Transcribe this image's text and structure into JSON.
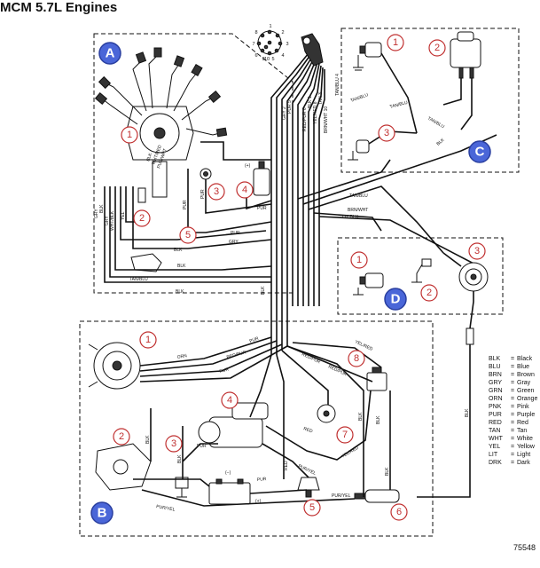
{
  "title": "MCM 5.7L Engines",
  "figure_number": "75548",
  "sections": [
    "A",
    "B",
    "C",
    "D"
  ],
  "callouts": {
    "A": [
      "1",
      "2",
      "3",
      "4",
      "5"
    ],
    "B": [
      "1",
      "2",
      "3",
      "4",
      "5",
      "6",
      "7",
      "8"
    ],
    "C": [
      "1",
      "2",
      "3"
    ],
    "D": [
      "1",
      "2",
      "3"
    ]
  },
  "connector_pins": [
    "1",
    "2",
    "3",
    "4",
    "5",
    "6",
    "7",
    "8",
    "9",
    "10"
  ],
  "component_marks": [
    "(+)",
    "(−)",
    "(+)"
  ],
  "wire_labels": {
    "harness": [
      "GRY 2",
      "PUR 5",
      "RED/PUR 6",
      "BLK 1",
      "TAN/BLU 4",
      "YEL/RED 8",
      "TAN 3",
      "BRN/WHT 10"
    ],
    "section_a": [
      "BLK",
      "WHT/RED",
      "PUR/WHT",
      "GRY",
      "BLK",
      "GRY",
      "WHT/BLK",
      "TAN/BLU",
      "YEL",
      "PUR",
      "PUR",
      "GRY",
      "PUR",
      "BLK",
      "BLK",
      "BLK",
      "BLK",
      "TAN/BLU",
      "BRN/WHT",
      "LIT BLU"
    ],
    "section_c": [
      "TAN/BLU",
      "TAN/BLU",
      "TAN/BLU",
      "BLK"
    ],
    "section_b": [
      "PUR",
      "ORN",
      "RED/PUR",
      "PUR",
      "YEL/RED",
      "RED/PUR",
      "RED/PUR",
      "BLK",
      "BLK",
      "PUR",
      "RED",
      "PUR",
      "PUR/YEL",
      "YEL/RED",
      "PUR/YEL",
      "RED",
      "BLK",
      "BLK",
      "PUR/YEL",
      "BLK",
      "BLK"
    ]
  },
  "legend": [
    {
      "code": "BLK",
      "color": "Black"
    },
    {
      "code": "BLU",
      "color": "Blue"
    },
    {
      "code": "BRN",
      "color": "Brown"
    },
    {
      "code": "GRY",
      "color": "Gray"
    },
    {
      "code": "GRN",
      "color": "Green"
    },
    {
      "code": "ORN",
      "color": "Orange"
    },
    {
      "code": "PNK",
      "color": "Pink"
    },
    {
      "code": "PUR",
      "color": "Purple"
    },
    {
      "code": "RED",
      "color": "Red"
    },
    {
      "code": "TAN",
      "color": "Tan"
    },
    {
      "code": "WHT",
      "color": "White"
    },
    {
      "code": "YEL",
      "color": "Yellow"
    },
    {
      "code": "LIT",
      "color": "Light"
    },
    {
      "code": "DRK",
      "color": "Dark"
    }
  ],
  "colors": {
    "callout": "#c03030",
    "section_badge": "#4a66d8",
    "line": "#111111"
  }
}
